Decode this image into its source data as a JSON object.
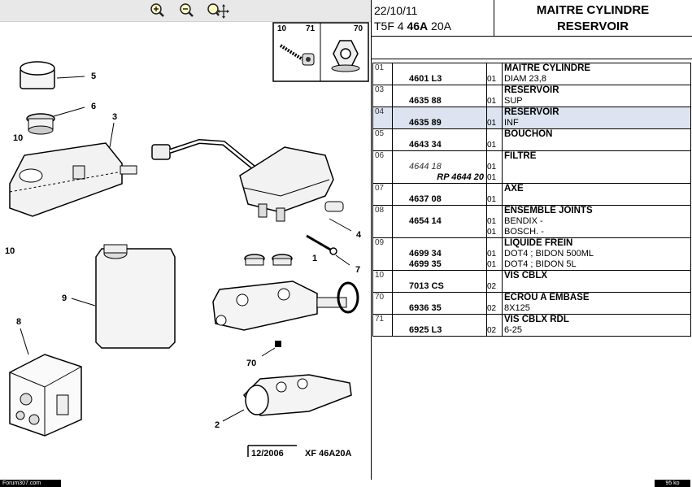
{
  "toolbar": {
    "zoom_in": "zoom-in-icon",
    "zoom_out": "zoom-out-icon",
    "zoom_pan": "zoom-pan-icon"
  },
  "header": {
    "date": "22/10/11",
    "code_prefix": "T5F 4 ",
    "code_bold": "46A",
    "code_suffix": " 20A",
    "title_line1": "MAITRE CYLINDRE",
    "title_line2": "RESERVOIR"
  },
  "diagram": {
    "inset_labels": [
      "10",
      "71",
      "70"
    ],
    "callouts": [
      "5",
      "6",
      "3",
      "10",
      "10",
      "4",
      "7",
      "1",
      "9",
      "8",
      "70",
      "2"
    ],
    "footer_date": "12/2006",
    "footer_code": "XF 46A20A"
  },
  "parts": [
    {
      "idx": "01",
      "lines": [
        {
          "ref": "",
          "qty": "",
          "des": "MAITRE CYLINDRE",
          "bold": true
        },
        {
          "ref": "4601 L3",
          "qty": "01",
          "des": "DIAM 23,8"
        }
      ]
    },
    {
      "idx": "03",
      "lines": [
        {
          "ref": "",
          "qty": "",
          "des": "RESERVOIR",
          "bold": true
        },
        {
          "ref": "4635 88",
          "qty": "01",
          "des": "SUP"
        }
      ]
    },
    {
      "idx": "04",
      "selected": true,
      "lines": [
        {
          "ref": "",
          "qty": "",
          "des": "RESERVOIR",
          "bold": true
        },
        {
          "ref": "4635 89",
          "qty": "01",
          "des": "INF"
        }
      ]
    },
    {
      "idx": "05",
      "lines": [
        {
          "ref": "",
          "qty": "",
          "des": "BOUCHON",
          "bold": true
        },
        {
          "ref": "4643 34",
          "qty": "01",
          "des": ""
        }
      ]
    },
    {
      "idx": "06",
      "lines": [
        {
          "ref": "",
          "qty": "",
          "des": "FILTRE",
          "bold": true
        },
        {
          "ref": "4644 18",
          "qty": "01",
          "des": "",
          "style": "it"
        },
        {
          "ref": "RP 4644 20",
          "qty": "01",
          "des": "",
          "style": "rp"
        }
      ]
    },
    {
      "idx": "07",
      "lines": [
        {
          "ref": "",
          "qty": "",
          "des": "AXE",
          "bold": true
        },
        {
          "ref": "4637 08",
          "qty": "01",
          "des": ""
        }
      ]
    },
    {
      "idx": "08",
      "lines": [
        {
          "ref": "",
          "qty": "",
          "des": "ENSEMBLE JOINTS",
          "bold": true
        },
        {
          "ref": "4654 14",
          "qty": "01",
          "des": "BENDIX -"
        },
        {
          "ref": "",
          "qty": "01",
          "des": "BOSCH. -"
        }
      ]
    },
    {
      "idx": "09",
      "lines": [
        {
          "ref": "",
          "qty": "",
          "des": "LIQUIDE FREIN",
          "bold": true
        },
        {
          "ref": "4699 34",
          "qty": "01",
          "des": "DOT4 ; BIDON 500ML"
        },
        {
          "ref": "4699 35",
          "qty": "01",
          "des": "DOT4 ; BIDON 5L"
        }
      ]
    },
    {
      "idx": "10",
      "lines": [
        {
          "ref": "",
          "qty": "",
          "des": "VIS CBLX",
          "bold": true
        },
        {
          "ref": "7013 CS",
          "qty": "02",
          "des": ""
        }
      ]
    },
    {
      "idx": "70",
      "lines": [
        {
          "ref": "",
          "qty": "",
          "des": "ECROU A EMBASE",
          "bold": true
        },
        {
          "ref": "6936 35",
          "qty": "02",
          "des": "8X125"
        }
      ]
    },
    {
      "idx": "71",
      "lines": [
        {
          "ref": "",
          "qty": "",
          "des": "VIS CBLX RDL",
          "bold": true
        },
        {
          "ref": "6925 L3",
          "qty": "02",
          "des": "6-25"
        }
      ]
    }
  ],
  "status": {
    "left": "Forum307.com",
    "right": "95 ko"
  }
}
